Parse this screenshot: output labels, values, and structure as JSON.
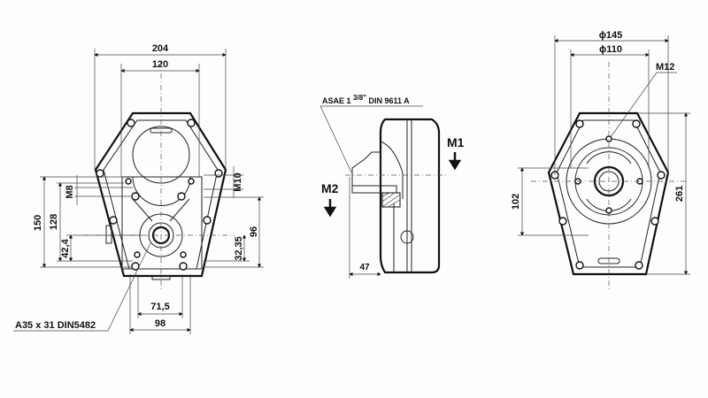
{
  "front_view": {
    "dims": {
      "width_overall": "204",
      "width_inner": "120",
      "height_150": "150",
      "height_128": "128",
      "thread_m8": "M8",
      "offset_42_4": "42,4",
      "thread_m10": "M10",
      "height_96": "96",
      "offset_32_35": "32,35",
      "bolt_71_5": "71,5",
      "bolt_98": "98"
    },
    "shaft_spec": "A35 x 31 DIN5482"
  },
  "side_view": {
    "input_spec_prefix": "ASAE 1",
    "input_spec_fraction": "3/8\"",
    "input_spec_suffix": "DIN 9611 A",
    "rotation_m1": "M1",
    "rotation_m2": "M2",
    "depth_47": "47"
  },
  "rear_view": {
    "dims": {
      "dia_145": "ϕ145",
      "dia_110": "ϕ110",
      "thread_m12": "M12",
      "height_102": "102",
      "height_261": "261"
    }
  }
}
